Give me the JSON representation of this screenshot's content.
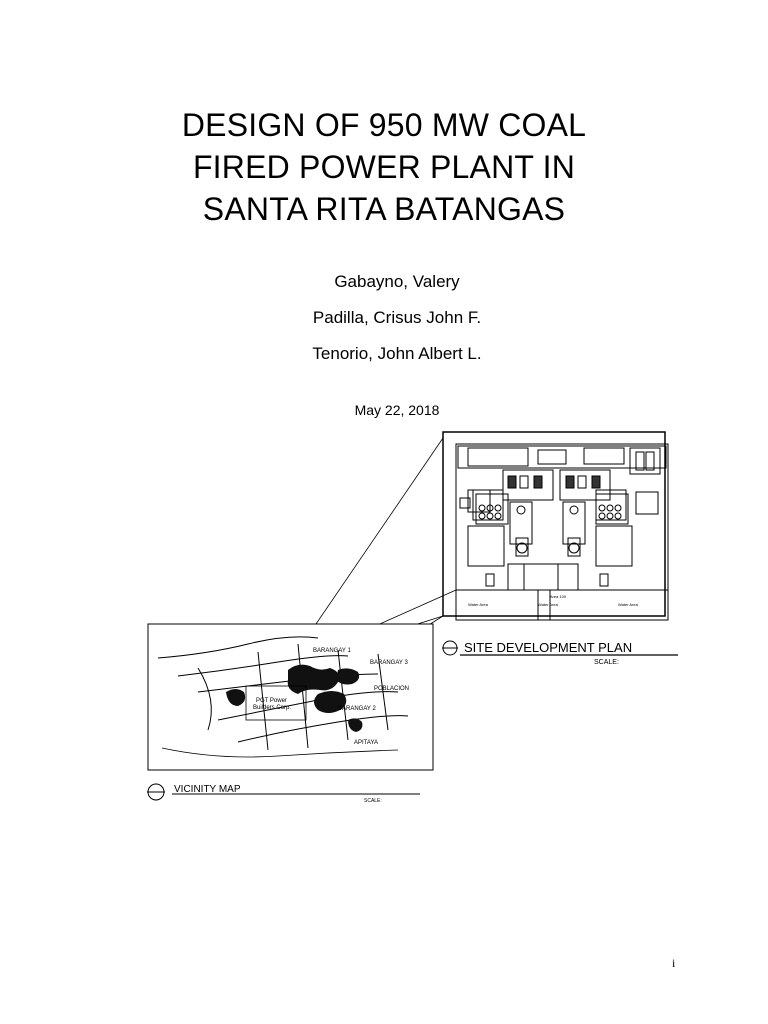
{
  "title_lines": [
    "DESIGN OF 950 MW COAL",
    "FIRED POWER PLANT IN",
    "SANTA RITA BATANGAS"
  ],
  "authors": [
    "Gabayno, Valery",
    "Padilla, Crisus John F.",
    "Tenorio, John Albert L."
  ],
  "date": "May 22, 2018",
  "page_number": "i",
  "figure": {
    "site_plan_title": "SITE DEVELOPMENT PLAN",
    "site_plan_scale": "SCALE:",
    "vicinity_title": "VICINITY MAP",
    "vicinity_scale": "SCALE:",
    "map_labels": {
      "barangay1": "BARANGAY 1",
      "barangay3": "BARANGAY 3",
      "barangay2": "BARANGAY 2",
      "poblacion": "POBLACION",
      "apitaya": "APITAYA",
      "builders1": "PGT Power",
      "builders2": "Builders Corp."
    },
    "plan_labels": {
      "area_water_left": "Water Area",
      "area_water_mid": "Water Area",
      "area_water_right": "Water Area",
      "area_100": "Area 100"
    }
  }
}
